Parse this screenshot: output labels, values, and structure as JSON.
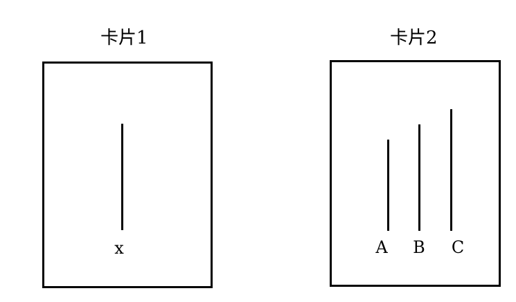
{
  "card1": {
    "title": "卡片1",
    "lines": [
      {
        "label": "x"
      }
    ]
  },
  "card2": {
    "title": "卡片2",
    "lines": [
      {
        "label": "A"
      },
      {
        "label": "B"
      },
      {
        "label": "C"
      }
    ]
  }
}
